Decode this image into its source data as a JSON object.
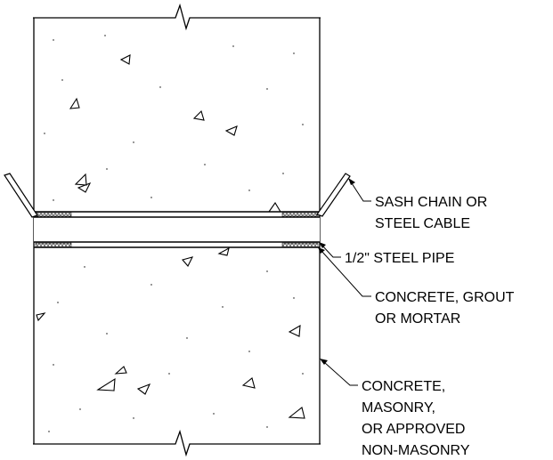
{
  "callouts": {
    "sash_chain": [
      "SASH CHAIN OR",
      "STEEL CABLE"
    ],
    "steel_pipe": [
      "1/2\" STEEL PIPE"
    ],
    "grout": [
      "CONCRETE, GROUT",
      "OR MORTAR"
    ],
    "wall": [
      "CONCRETE,",
      "MASONRY,",
      "OR APPROVED",
      "NON-MASONRY"
    ]
  }
}
